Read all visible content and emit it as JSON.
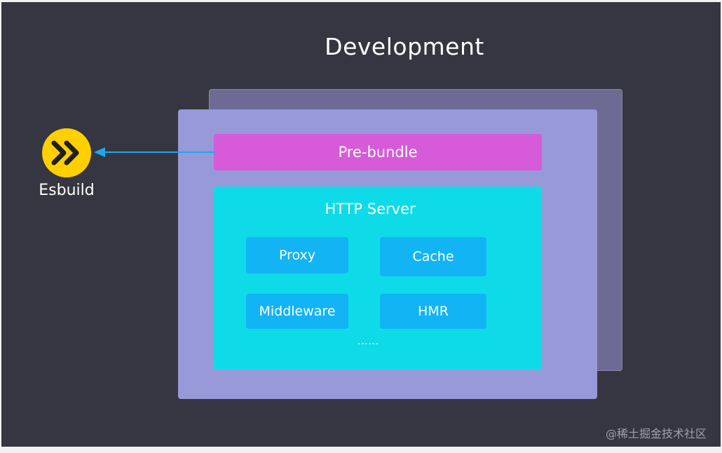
{
  "title": "Development",
  "external_tool": {
    "label": "Esbuild",
    "icon": "esbuild-logo-icon"
  },
  "prebundle": {
    "label": "Pre-bundle"
  },
  "http_server": {
    "label": "HTTP Server",
    "modules": [
      {
        "label": "Proxy"
      },
      {
        "label": "Cache"
      },
      {
        "label": "Middleware"
      },
      {
        "label": "HMR"
      }
    ],
    "more": "......"
  },
  "watermark": "@稀土掘金技术社区",
  "colors": {
    "background": "#353641",
    "back_panel": "#6d6a94",
    "front_panel": "#9899d9",
    "prebundle": "#d75ad8",
    "http_server": "#0fdbe8",
    "module": "#12b4f4",
    "esbuild_yellow": "#ffcf00",
    "arrow": "#1ea7f0"
  }
}
